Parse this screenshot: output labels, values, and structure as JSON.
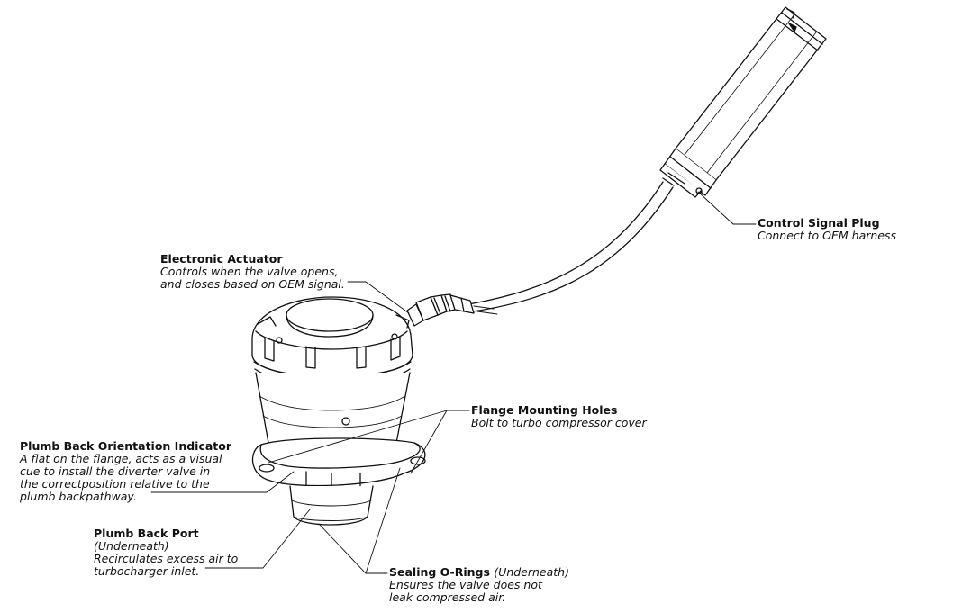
{
  "callouts": {
    "control_signal_plug": {
      "title": "Control Signal Plug",
      "lines": [
        "Connect to OEM harness"
      ]
    },
    "electronic_actuator": {
      "title": "Electronic Actuator",
      "lines": [
        "Controls when the valve opens,",
        "and closes based on OEM signal."
      ]
    },
    "flange_mounting_holes": {
      "title": "Flange Mounting Holes",
      "lines": [
        "Bolt to turbo compressor cover"
      ]
    },
    "plumb_back_orientation": {
      "title": "Plumb Back Orientation Indicator",
      "lines": [
        "A flat on the flange, acts as a visual",
        "cue to install the diverter valve in",
        "the correctposition relative to the",
        "plumb backpathway."
      ]
    },
    "plumb_back_port": {
      "title": "Plumb Back Port",
      "lines": [
        "(Underneath)",
        "Recirculates excess air to",
        "turbocharger inlet."
      ]
    },
    "sealing_orings": {
      "title": "Sealing O-Rings",
      "title_note": "(Underneath)",
      "lines": [
        "Ensures the valve does not",
        "leak compressed air."
      ]
    }
  }
}
